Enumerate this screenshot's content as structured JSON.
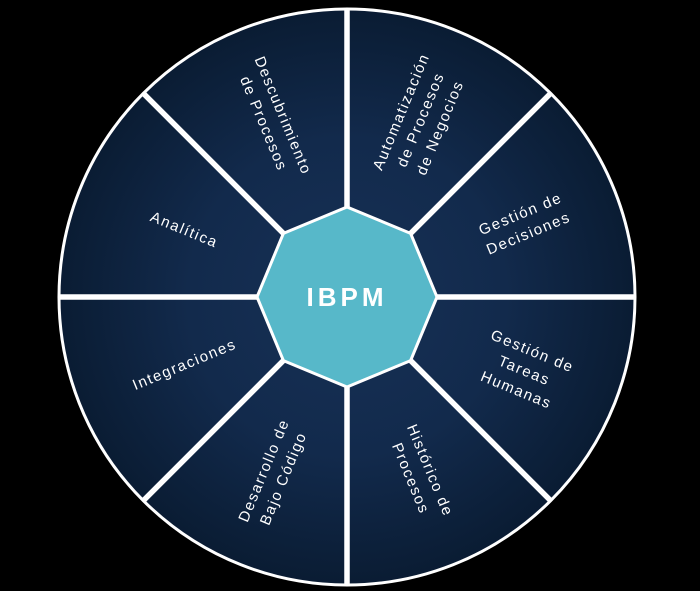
{
  "diagram": {
    "type": "segmented-wheel",
    "center": {
      "label": "IBPM"
    },
    "segments": [
      {
        "name": "descubrimiento-de-procesos",
        "angle_deg": 112.5,
        "lines": [
          "Descubrimiento",
          "de Procesos"
        ]
      },
      {
        "name": "automatizacion-de-procesos-de-negocios",
        "angle_deg": 67.5,
        "lines": [
          "Automatización",
          "de Procesos",
          "de Negocios"
        ]
      },
      {
        "name": "gestion-de-decisiones",
        "angle_deg": 22.5,
        "lines": [
          "Gestión de",
          "Decisiones"
        ]
      },
      {
        "name": "gestion-de-tareas-humanas",
        "angle_deg": -22.5,
        "lines": [
          "Gestión de",
          "Tareas",
          "Humanas"
        ]
      },
      {
        "name": "historico-de-procesos",
        "angle_deg": -67.5,
        "lines": [
          "Histórico de",
          "Procesos"
        ]
      },
      {
        "name": "desarrollo-de-bajo-codigo",
        "angle_deg": -112.5,
        "lines": [
          "Desarrollo de",
          "Bajo Código"
        ]
      },
      {
        "name": "integraciones",
        "angle_deg": -157.5,
        "lines": [
          "Integraciones"
        ]
      },
      {
        "name": "analitica",
        "angle_deg": 157.5,
        "lines": [
          "Analítica"
        ]
      }
    ],
    "colors": {
      "background": "#000000",
      "sector_inner": "#173156",
      "sector_mid": "#122a4c",
      "sector_outer": "#0a1c33",
      "line": "#ffffff",
      "center_fill": "#57b8c9",
      "label_text": "#ffffff",
      "center_text": "#ffffff"
    }
  }
}
